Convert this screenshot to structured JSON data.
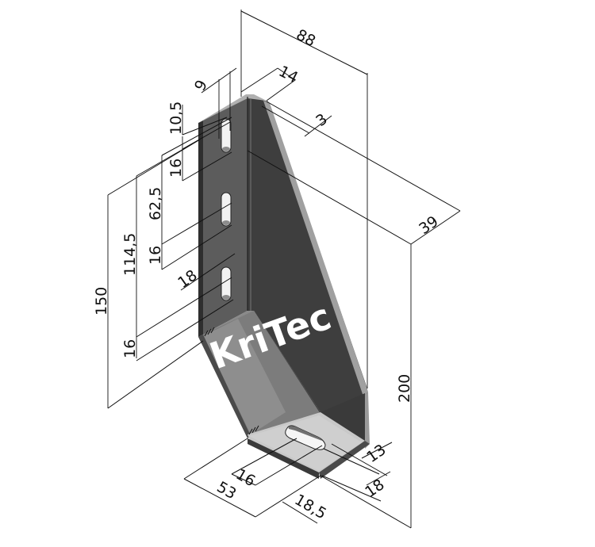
{
  "drawing": {
    "type": "isometric-technical-drawing",
    "subject": "bent steel mounting bracket",
    "brand_logo": "KriTec",
    "colors": {
      "background": "#ffffff",
      "dimension_lines": "#111111",
      "face_dark": "#3c3c3c",
      "face_mid": "#5e5e5e",
      "face_light": "#b9b9b9",
      "edge_highlight": "#a8a8a8",
      "logo": "#ffffff"
    }
  },
  "dimensions": {
    "overall_width": "88",
    "flange_width": "14",
    "slot_offset": "9",
    "thickness": "3",
    "top_to_first_slot": "10,5",
    "first_slot_length": "16",
    "second_slot_position": "62,5",
    "second_slot_length": "16",
    "third_slot_position": "114,5",
    "slot_width": "18",
    "third_slot_length": "16",
    "vertical_leg_height": "150",
    "depth": "39",
    "overall_height": "200",
    "base_slot_width": "13",
    "base_slot_offset": "18",
    "base_slot_length": "16",
    "base_length": "53",
    "base_slot_position": "18,5"
  }
}
